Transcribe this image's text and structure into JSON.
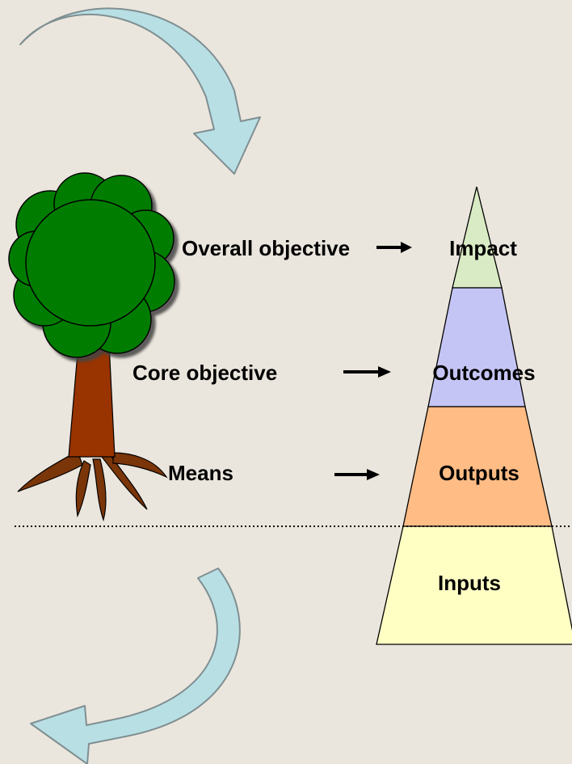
{
  "colors": {
    "background": "#ebe6dd",
    "curved_arrow_fill": "#b8dfe4",
    "curved_arrow_stroke": "#7f8f92",
    "tree_foliage": "#007d00",
    "tree_trunk": "#993300",
    "roots": "#7a3508",
    "impact_band": "#d9ebc4",
    "outcomes_band": "#c5c5f5",
    "outputs_band": "#ffbc84",
    "inputs_band": "#ffffc4",
    "text": "#000000"
  },
  "icons": {
    "top_arrow": "curved-arrow-down",
    "bottom_arrow": "curved-arrow-down-left",
    "tree": "tree",
    "pyramid": "pyramid"
  },
  "tree_labels": {
    "overall_objective": "Overall objective",
    "core_objective": "Core objective",
    "means": "Means"
  },
  "pyramid_levels": {
    "impact": "Impact",
    "outcomes": "Outcomes",
    "outputs": "Outputs",
    "inputs": "Inputs"
  }
}
